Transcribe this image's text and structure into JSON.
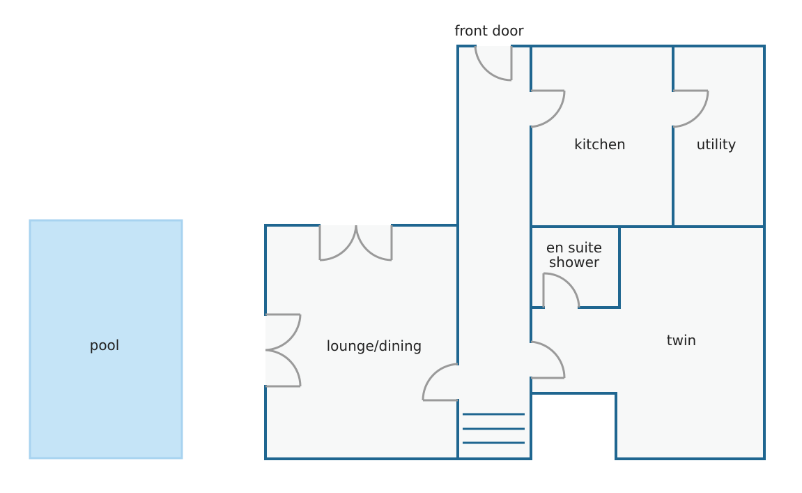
{
  "colors": {
    "wall": "#1f6690",
    "floor": "#f7f8f8",
    "door": "#9a9a9a",
    "pool_fill": "#c5e4f7",
    "pool_border": "#a8d3f0",
    "text": "#222222"
  },
  "labels": {
    "front_door": "front door",
    "kitchen": "kitchen",
    "utility": "utility",
    "ensuite_line1": "en suite",
    "ensuite_line2": "shower",
    "lounge": "lounge/dining",
    "twin": "twin",
    "pool": "pool"
  }
}
